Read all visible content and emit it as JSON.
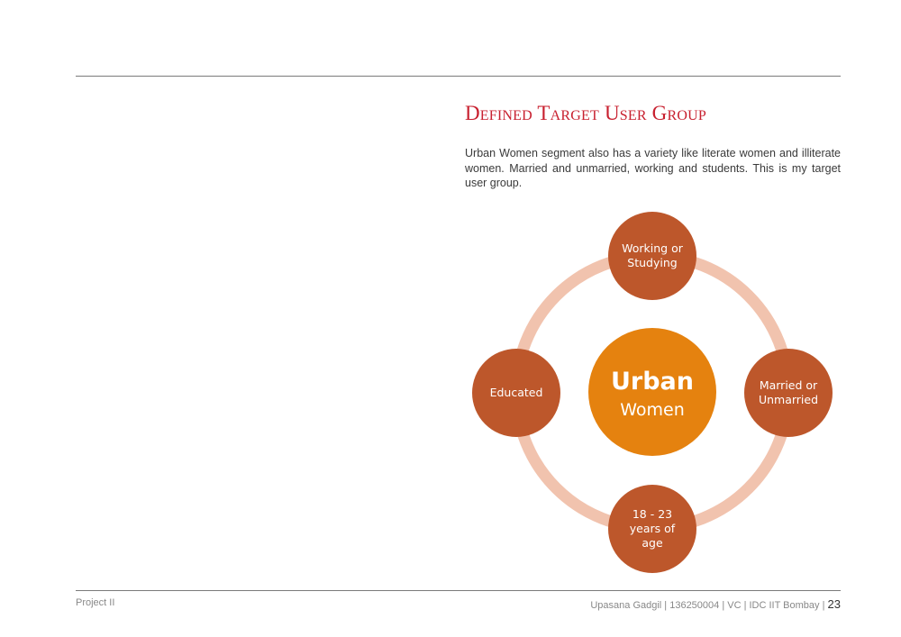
{
  "section": {
    "title": "Defined Target User Group",
    "intro": "Urban Women segment also has a variety like literate women and illiterate women. Married and unmarried, working and students. This is my target user group."
  },
  "diagram": {
    "center": {
      "title": "Urban",
      "subtitle": "Women",
      "color": "#e5820f"
    },
    "nodes": [
      {
        "lines": [
          "Working or",
          "Studying"
        ]
      },
      {
        "lines": [
          "Married or",
          "Unmarried"
        ]
      },
      {
        "lines": [
          "18 - 23",
          "years of",
          "age"
        ]
      },
      {
        "lines": [
          "Educated"
        ]
      }
    ],
    "node_color": "#bd572b",
    "ring_color": "#f1c3ae"
  },
  "footer": {
    "project": "Project II",
    "info": "Upasana Gadgil  | 136250004  |  VC  |  IDC IIT Bombay",
    "separator": "|",
    "page": "23"
  }
}
